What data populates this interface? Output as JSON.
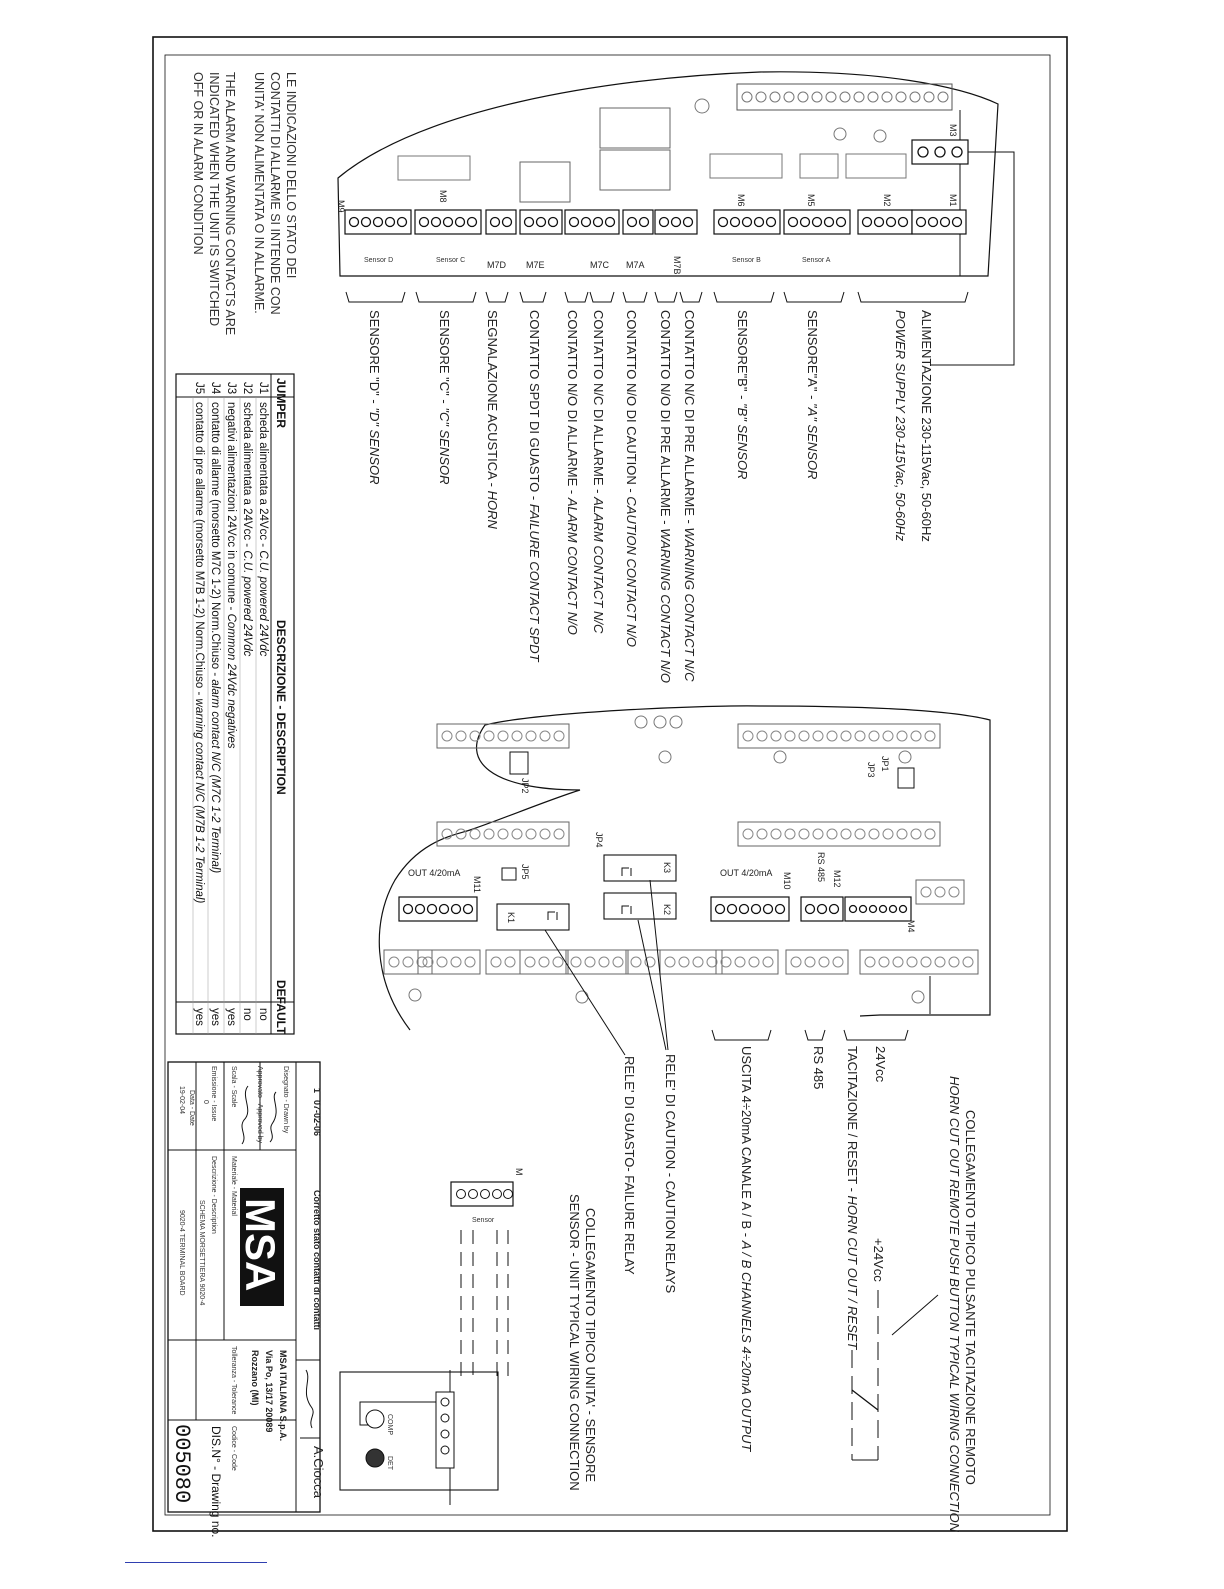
{
  "notes": {
    "it": [
      "LE INDICAZIONI DELLO STATO DEI",
      "CONTATTI DI ALLARME SI INTENDE CON",
      "UNITA' NON ALIMENTATA O IN ALLARME."
    ],
    "en": [
      "THE ALARM AND WARNING CONTACTS ARE",
      "INDICATED WHEN THE UNIT IS SWITCHED",
      "OFF OR IN ALARM CONDITION"
    ]
  },
  "top_board": {
    "terminals": [
      "M9",
      "M8",
      "M7D",
      "M7E",
      "M7C",
      "M7A",
      "M7B",
      "M6",
      "M5",
      "M2",
      "M1",
      "M3"
    ],
    "sensor_tags": [
      "Sensor D",
      "Sensor C",
      "Sensor B",
      "Sensor A"
    ],
    "callouts": [
      {
        "it": "SENSORE \"D\" - ",
        "en": "\"D\" SENSOR"
      },
      {
        "it": "SENSORE \"C\" - ",
        "en": "\"C\" SENSOR"
      },
      {
        "it": "SEGNALAZIONE ACUSTICA - ",
        "en": "HORN"
      },
      {
        "it": "CONTATTO SPDT DI GUASTO - ",
        "en": "FAILURE CONTACT SPDT"
      },
      {
        "it": "CONTATTO N/O DI ALLARME - ",
        "en": "ALARM CONTACT N/O"
      },
      {
        "it": "CONTATTO N/C DI ALLARME - ",
        "en": "ALARM CONTACT N/C"
      },
      {
        "it": "CONTATTO N/O DI CAUTION - ",
        "en": "CAUTION CONTACT N/O"
      },
      {
        "it": "CONTATTO N/O DI PRE ALLARME - ",
        "en": "WARNING CONTACT N/O"
      },
      {
        "it": "CONTATTO N/C DI PRE ALLARME - ",
        "en": "WARNING CONTACT N/C"
      },
      {
        "it": "SENSORE\"B\" - ",
        "en": "\"B\" SENSOR"
      },
      {
        "it": "SENSORE\"A\" - ",
        "en": "\"A\" SENSOR"
      }
    ],
    "power": {
      "it": "ALIMENTAZIONE 230-115Vac, 50-60Hz",
      "en": "POWER SUPPLY 230-115Vac, 50-60Hz"
    }
  },
  "jumper_table": {
    "headers": [
      "JUMPER",
      "DESCRIZIONE - DESCRIPTION",
      "DEFAULT"
    ],
    "rows": [
      {
        "jumper": "J1",
        "it": "scheda alimentata a 24Vcc - ",
        "en": "C.U. powered 24Vdc",
        "default": "no"
      },
      {
        "jumper": "J2",
        "it": "scheda alimentata a 24Vcc - ",
        "en": "C.U. powered 24Vdc",
        "default": "no"
      },
      {
        "jumper": "J3",
        "it": "negativi alimentazioni 24Vcc in comune - ",
        "en": "Common 24Vdc negatives",
        "default": "yes"
      },
      {
        "jumper": "J4",
        "it": "contatto di allarme (morsetto M7C 1-2) Norm.Chiuso - ",
        "en": "alarm contact N/C (M7C 1-2 Terminal)",
        "default": "yes"
      },
      {
        "jumper": "J5",
        "it": "contatto di pre allarme (morsetto M7B 1-2) Norm.Chiuso - ",
        "en": "warning contact N/C (M7B 1-2 Terminal)",
        "default": "yes"
      }
    ]
  },
  "bottom_board": {
    "labels": [
      "JP2",
      "JP1",
      "JP3",
      "JP4",
      "JP5",
      "K1",
      "K2",
      "K3",
      "M11",
      "M10",
      "M12",
      "M4",
      "OUT 4/20mA",
      "OUT 4/20mA",
      "RS 485"
    ],
    "callouts": {
      "v24": "24Vcc",
      "horn": {
        "it": "TACITAZIONE / RESET - ",
        "en": "HORN CUT OUT / RESET"
      },
      "rs485": "RS 485",
      "out": {
        "it": "USCITA 4÷20mA CANALE A / B - ",
        "en": "A / B CHANNELS 4÷20mA OUTPUT"
      },
      "caution": "RELE' DI CAUTION - CAUTION RELAYS",
      "failure": "RELE' DI GUASTO- FAILURE RELAY"
    },
    "remote_title": [
      "COLLEGAMENTO TIPICO PULSANTE TACITAZIONE REMOTO",
      "HORN CUT OUT REMOTE PUSH BUTTON TYPICAL WIRING CONNECTION"
    ],
    "remote_supply": "+24Vcc",
    "sensor_title": [
      "COLLEGAMENTO TIPICO UNITA' - SENSORE",
      "SENSOR - UNIT TYPICAL WIRING CONNECTION"
    ],
    "sensor_labels": {
      "m": "M",
      "sensor": "Sensor",
      "comp": "COMP",
      "det": "DET"
    }
  },
  "title_block": {
    "revision_no": "1",
    "revision_date": "07-02-06",
    "revision_desc": "Corretto stato contatti di contatti",
    "drawn": "Disegnato - Drawn by",
    "approved": "Approvato - Approved by",
    "scale": "Scala - Scale",
    "issue": "Emissione - Issue",
    "issue_val": "0",
    "date": "Data - Date",
    "date_val": "19-02-04",
    "material": "Materiale - Material",
    "tolerance": "Tolleranza - Tolerance",
    "code": "Codice - Code",
    "desc_label": "Descrizione - Description",
    "desc_it": "SCHEMA MORSETTIERA 9020-4",
    "desc_en": "9020-4 TERMINAL BOARD",
    "company": [
      "MSA ITALIANA S.p.A.",
      "Via Po, 13/17 20089",
      "Rozzano (MI)"
    ],
    "logo": "MSA",
    "drawing_no_label": "DIS.N° - Drawing no.",
    "drawing_no": "005080",
    "author": "A.Ciocca"
  }
}
